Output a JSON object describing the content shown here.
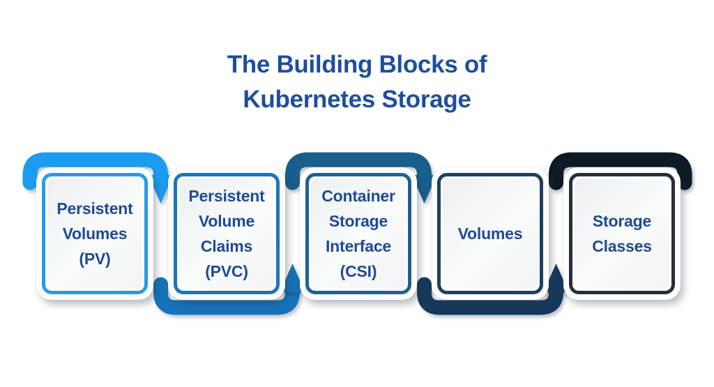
{
  "title": {
    "line1": "The Building Blocks of",
    "line2": "Kubernetes Storage",
    "color": "#1F4E9C"
  },
  "diagram": {
    "text_color": "#1E4A94",
    "cards": [
      {
        "id": "persistent-volumes",
        "lines": [
          "Persistent",
          "Volumes",
          "(PV)"
        ],
        "bracket_color": "#1B9CF0",
        "border_color": "#279BE8",
        "arrow_to_next": "down"
      },
      {
        "id": "persistent-volume-claims",
        "lines": [
          "Persistent",
          "Volume",
          "Claims",
          "(PVC)"
        ],
        "bracket_color": "#1573B9",
        "border_color": "#1A76BA",
        "arrow_to_next": "up"
      },
      {
        "id": "container-storage-interface",
        "lines": [
          "Container",
          "Storage",
          "Interface",
          "(CSI)"
        ],
        "bracket_color": "#1A5E8C",
        "border_color": "#1E6290",
        "arrow_to_next": "down"
      },
      {
        "id": "volumes",
        "lines": [
          "Volumes"
        ],
        "bracket_color": "#16395B",
        "border_color": "#1E405F",
        "arrow_to_next": "up"
      },
      {
        "id": "storage-classes",
        "lines": [
          "Storage",
          "Classes"
        ],
        "bracket_color": "#0D1B27",
        "border_color": "#252F3B",
        "arrow_to_next": "none"
      }
    ]
  }
}
